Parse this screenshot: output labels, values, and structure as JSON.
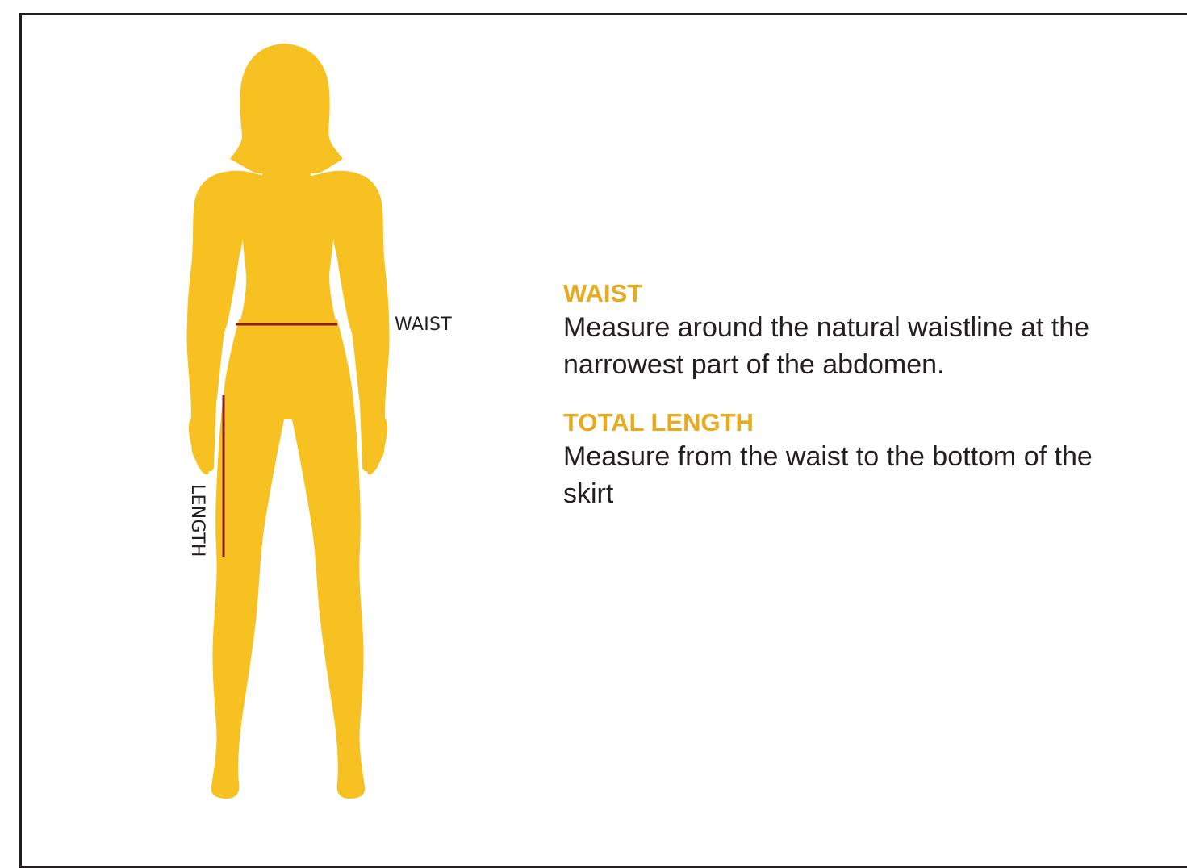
{
  "colors": {
    "figure": "#f7c221",
    "accent": "#e8ab1f",
    "measure_line": "#8b1a2b",
    "text": "#231f20",
    "border": "#231f20"
  },
  "figure": {
    "waist_label": "WAIST",
    "length_label": "LENGTH"
  },
  "measurements": [
    {
      "heading": "WAIST",
      "text": "Measure around the natural waistline at the narrowest part of the abdomen."
    },
    {
      "heading": "TOTAL LENGTH",
      "text": "Measure from the waist to the bottom of the skirt"
    }
  ]
}
